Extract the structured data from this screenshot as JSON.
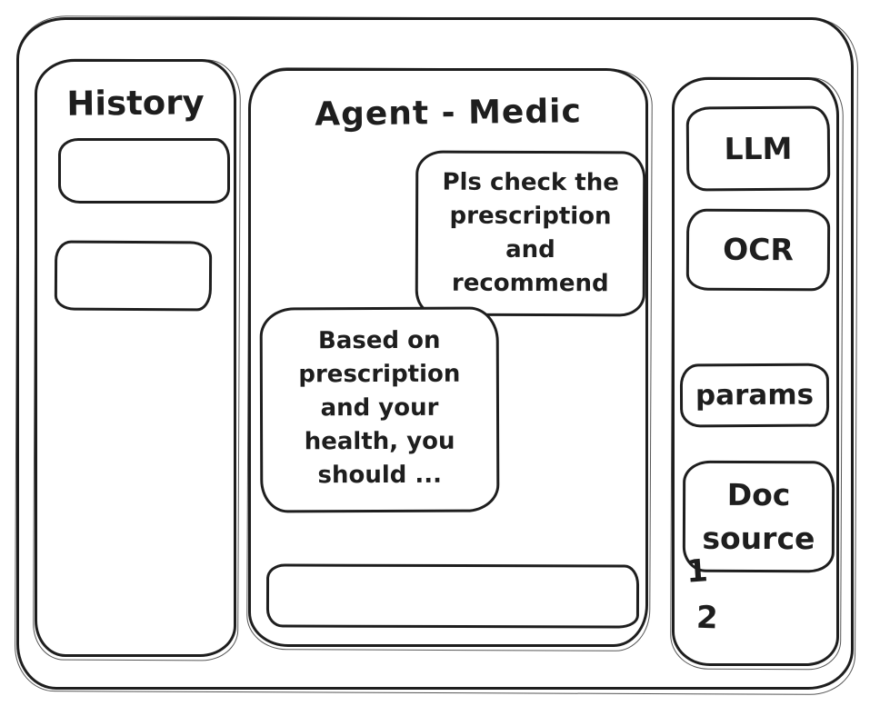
{
  "window": {
    "background_color": "#ffffff",
    "ink_color": "#1e1e1e"
  },
  "sidebar": {
    "title": "History",
    "items": [
      {
        "label": ""
      },
      {
        "label": ""
      }
    ]
  },
  "chat": {
    "title": "Agent - Medic",
    "messages": [
      {
        "role": "user",
        "text": "Pls check the prescription and recommend"
      },
      {
        "role": "assistant",
        "text": "Based on prescription and your health, you should ..."
      }
    ],
    "input": {
      "value": "",
      "placeholder": ""
    }
  },
  "tools": {
    "buttons": [
      {
        "label": "LLM"
      },
      {
        "label": "OCR"
      },
      {
        "label": "params"
      },
      {
        "label": "Doc source"
      }
    ],
    "doc_source_items": [
      "1",
      "2"
    ]
  }
}
